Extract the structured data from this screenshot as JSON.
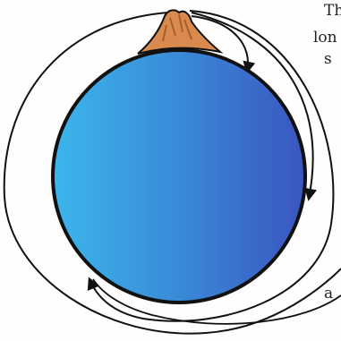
{
  "colors": {
    "planet_light": "#3cb6ec",
    "planet_mid": "#3a8ad8",
    "planet_dark": "#3a55c0",
    "mountain": "#d98a4e",
    "mountain_shade": "#a85d2a",
    "outline": "#111111",
    "background": "#fffefc"
  },
  "labels": {
    "frag_1": "Th",
    "frag_2": "lon",
    "frag_3": "s",
    "frag_4": "a"
  }
}
